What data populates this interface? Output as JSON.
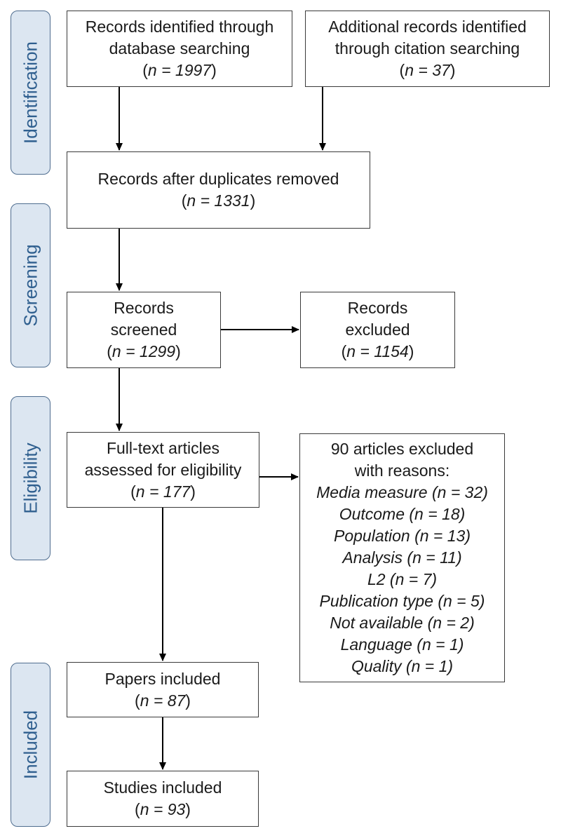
{
  "phases": {
    "identification": "Identification",
    "screening": "Screening",
    "eligibility": "Eligibility",
    "included": "Included"
  },
  "boxes": {
    "database": {
      "lines": [
        "Records identified through",
        "database searching"
      ],
      "n": "1997"
    },
    "citation": {
      "lines": [
        "Additional records identified",
        "through citation searching"
      ],
      "n": "37"
    },
    "duplicates": {
      "lines": [
        "Records after duplicates removed"
      ],
      "n": "1331"
    },
    "screened": {
      "lines": [
        "Records",
        "screened"
      ],
      "n": "1299"
    },
    "excluded": {
      "lines": [
        "Records",
        "excluded"
      ],
      "n": "1154"
    },
    "fulltext": {
      "lines": [
        "Full-text articles",
        "assessed for eligibility"
      ],
      "n": "177"
    },
    "reasons": {
      "header": [
        "90 articles excluded",
        "with reasons:"
      ],
      "items": [
        "Media measure (n = 32)",
        "Outcome (n = 18)",
        "Population (n = 13)",
        "Analysis (n = 11)",
        "L2 (n = 7)",
        "Publication type (n = 5)",
        "Not available (n = 2)",
        "Language (n = 1)",
        "Quality (n = 1)"
      ]
    },
    "papers": {
      "lines": [
        "Papers included"
      ],
      "n": "87"
    },
    "studies": {
      "lines": [
        "Studies included"
      ],
      "n": "93"
    }
  },
  "n_label": {
    "var": "n",
    "eq": " = "
  },
  "colors": {
    "phase_fill": "#dce6f1",
    "phase_border": "#4f6d8f",
    "phase_text": "#2f5f8f",
    "box_border": "#3a3a3a",
    "arrow": "#000000"
  }
}
